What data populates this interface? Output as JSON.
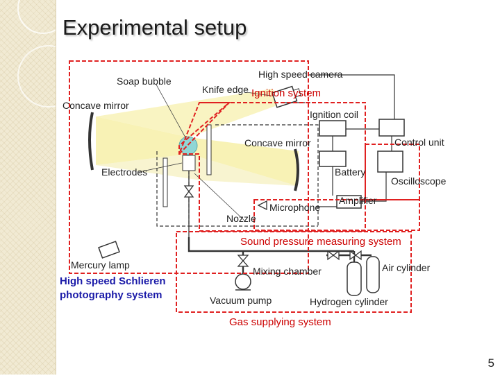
{
  "title": "Experimental setup",
  "page_number": "5",
  "colors": {
    "red_box": "#e02020",
    "red_text": "#cc0000",
    "blue_text": "#1a1aa8",
    "beam": "#f7f0a8",
    "bubble": "#8fd6d6"
  },
  "components": {
    "soap_bubble": "Soap bubble",
    "high_speed_camera": "High speed camera",
    "knife_edge": "Knife edge",
    "concave_mirror_left": "Concave mirror",
    "concave_mirror_right": "Concave mirror",
    "ignition_coil": "Ignition coil",
    "control_unit": "Control unit",
    "electrodes": "Electrodes",
    "battery": "Battery",
    "oscilloscope": "Oscilloscope",
    "amplifier": "Amplifier",
    "microphone": "Microphone",
    "nozzle": "Nozzle",
    "mercury_lamp": "Mercury lamp",
    "mixing_chamber": "Mixing chamber",
    "air_cylinder": "Air cylinder",
    "vacuum_pump": "Vacuum pump",
    "hydrogen_cylinder": "Hydrogen cylinder"
  },
  "systems": {
    "ignition": "Ignition system",
    "sound_pressure": "Sound pressure measuring system",
    "schlieren_line1": "High speed Schlieren",
    "schlieren_line2": "photography system",
    "gas_supply": "Gas supplying system"
  }
}
